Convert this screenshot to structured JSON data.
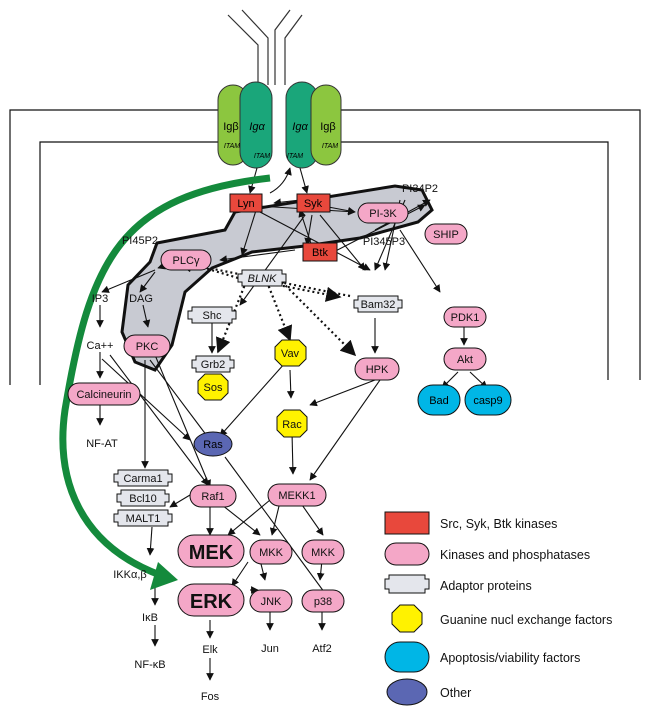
{
  "receptor": {
    "ig_beta_left": "Igβ",
    "ig_alpha_left": "Igα",
    "ig_alpha_right": "Igα",
    "ig_beta_right": "Igβ",
    "itam": "ITAM"
  },
  "kinases": {
    "lyn": "Lyn",
    "syk": "Syk",
    "btk": "Btk"
  },
  "nodes": {
    "pi3k": "PI-3K",
    "ship": "SHIP",
    "plcg": "PLCγ",
    "blnk": "BLNK",
    "shc": "Shc",
    "bam32": "Bam32",
    "pdk1": "PDK1",
    "akt": "Akt",
    "bad": "Bad",
    "casp9": "casp9",
    "pkc": "PKC",
    "grb2": "Grb2",
    "sos": "Sos",
    "vav": "Vav",
    "hpk": "HPK",
    "rac": "Rac",
    "calcineurin": "Calcineurin",
    "ras": "Ras",
    "carma1": "Carma1",
    "bcl10": "Bcl10",
    "malt1": "MALT1",
    "raf1": "Raf1",
    "mekk1": "MEKK1",
    "mek": "MEK",
    "erk": "ERK",
    "mkk1": "MKK",
    "mkk2": "MKK",
    "jnk": "JNK",
    "p38": "p38"
  },
  "labels": {
    "pi45p2": "PI45P2",
    "pi34p2": "PI34P2",
    "pi345p3": "PI345P3",
    "ip3": "IP3",
    "dag": "DAG",
    "ca": "Ca++",
    "nfat": "NF-AT",
    "ikk": "IKKα,β",
    "ikb": "IκB",
    "nfkb": "NF-κB",
    "elk": "Elk",
    "fos": "Fos",
    "jun": "Jun",
    "atf2": "Atf2"
  },
  "legend": [
    {
      "label": "Src, Syk, Btk kinases",
      "shape": "rect",
      "color": "#e8483c"
    },
    {
      "label": "Kinases and phosphatases",
      "shape": "pill",
      "color": "#f4a7c7"
    },
    {
      "label": "Adaptor proteins",
      "shape": "adaptor",
      "color": "#e4e6ec"
    },
    {
      "label": "Guanine nucl exchange factors",
      "shape": "octagon",
      "color": "#fff200"
    },
    {
      "label": "Apoptosis/viability factors",
      "shape": "oval",
      "color": "#00b6e6"
    },
    {
      "label": "Other",
      "shape": "ellipse",
      "color": "#5b67b3"
    }
  ],
  "colors": {
    "src_kinase": "#e8483c",
    "kinase": "#f4a7c7",
    "adaptor": "#e4e6ec",
    "gef": "#fff200",
    "apoptosis": "#00b6e6",
    "other": "#5b67b3",
    "ig_beta": "#8cc63f",
    "ig_alpha": "#1aa67a",
    "green_arrow": "#148a3c",
    "raft": "#c8cad2"
  }
}
